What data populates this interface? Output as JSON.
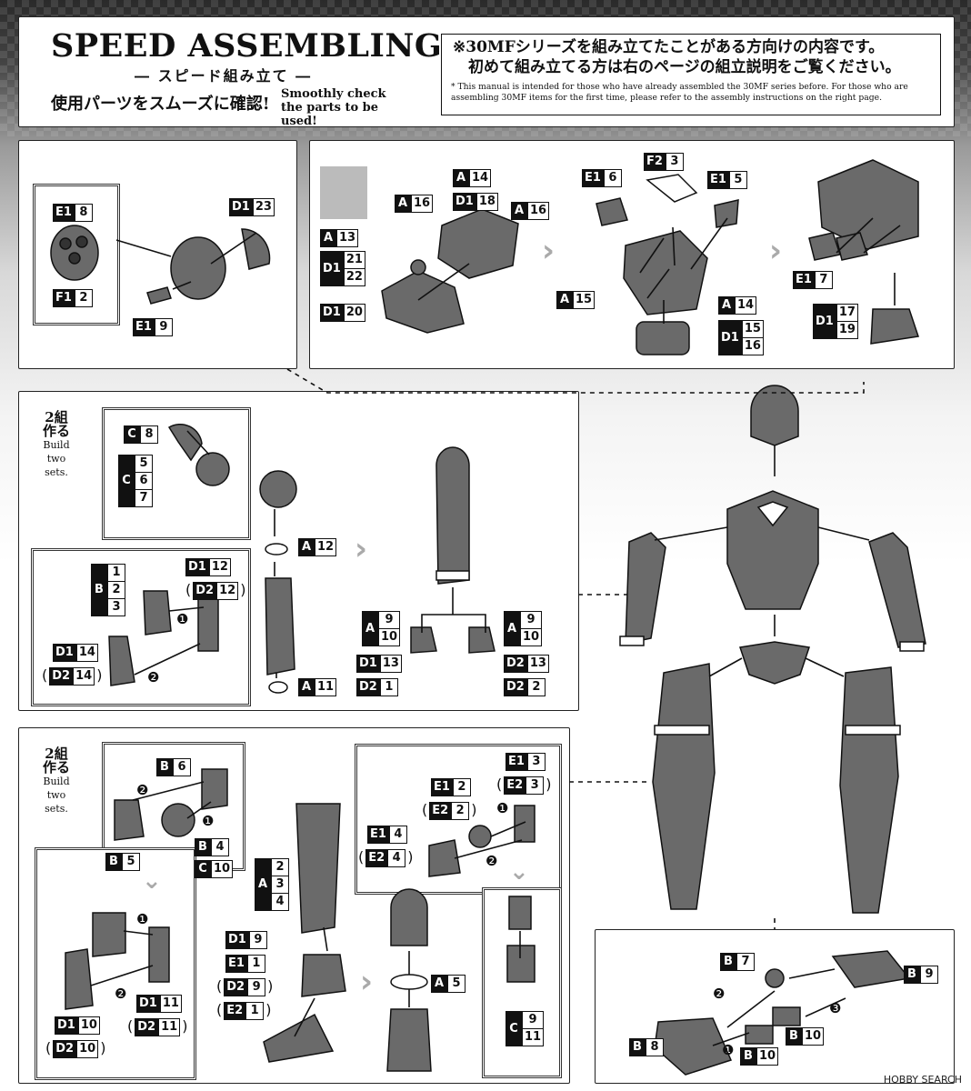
{
  "header": {
    "title": "SPEED ASSEMBLING",
    "subtitle": "― スピード組み立て ―",
    "check_jp": "使用パーツをスムーズに確認!",
    "check_en": "Smoothly check the parts to be used!",
    "note_jp_line1": "※30MFシリーズを組み立てたことがある方向けの内容です。",
    "note_jp_line2": "初めて組み立てる方は右のページの組立説明をご覧ください。",
    "note_en": "* This manual is intended for those who have already assembled the 30MF series before. For those who are assembling 30MF items for the first time, please refer to the assembly instructions on the right page."
  },
  "build_label": {
    "jp1": "2組",
    "jp2": "作る",
    "en1": "Build",
    "en2": "two",
    "en3": "sets."
  },
  "markers": {
    "step1": "❶",
    "step2": "❷",
    "step3": "❸",
    "next": "›",
    "down": "⌄"
  },
  "watermark": "HOBBY SEARCH",
  "colors": {
    "part_gray": "#6a6a6a",
    "dark": "#111111",
    "accent_white": "#ffffff"
  }
}
